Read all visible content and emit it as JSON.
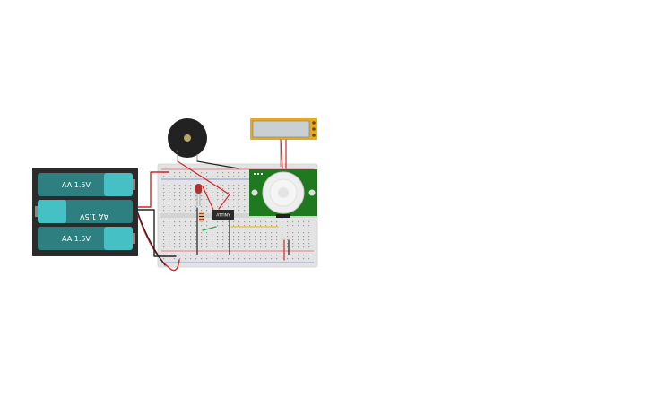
{
  "battery_pack": {
    "cells": [
      {
        "label": "AA 1.5V",
        "flipped": false
      },
      {
        "label": "AA 1.5V",
        "flipped": true
      },
      {
        "label": "AA 1.5V",
        "flipped": false
      }
    ],
    "case_color": "#2b2b2b",
    "cell_color": "#2e7f80",
    "terminal_color": "#45c0c5"
  },
  "microcontroller": {
    "label": "ATTINY"
  },
  "pir_sensor": {
    "board_color": "#1f7a1f"
  },
  "buzzer": {
    "plus": "+",
    "minus": "−"
  },
  "led": {
    "color": "#b03030"
  },
  "slide_potentiometer": {
    "frame_color": "#e8a91e"
  },
  "colors": {
    "wire_red": "#d22727",
    "wire_black": "#222222",
    "wire_yellow": "#e6c020",
    "wire_green": "#2ea64b",
    "breadboard": "#e3e3e3"
  }
}
